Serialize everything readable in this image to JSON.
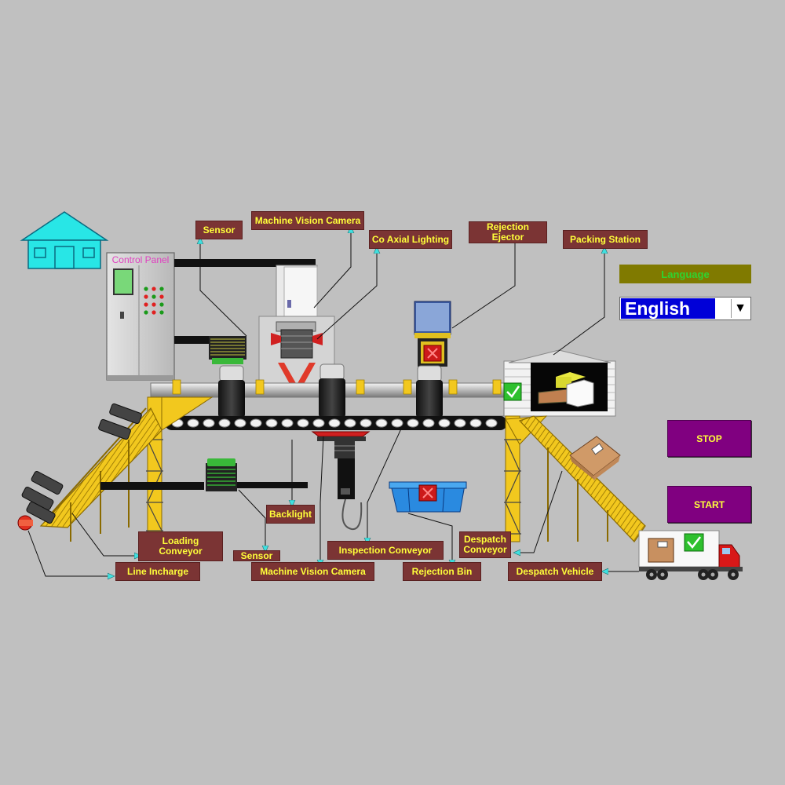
{
  "control_panel": {
    "title": "Control Panel"
  },
  "labels": {
    "sensor_top": "Sensor",
    "camera_top": "Machine Vision Camera",
    "coaxial_lighting": "Co Axial Lighting",
    "rejection_ejector": "Rejection Ejector",
    "packing_station": "Packing Station",
    "backlight": "Backlight",
    "loading_conveyor": "Loading Conveyor",
    "sensor_bottom": "Sensor",
    "inspection_conveyor": "Inspection Conveyor",
    "despatch_conveyor": "Despatch Conveyor",
    "line_incharge": "Line Incharge",
    "camera_bottom": "Machine Vision Camera",
    "rejection_bin": "Rejection Bin",
    "despatch_vehicle": "Despatch Vehicle"
  },
  "language": {
    "label": "Language",
    "selected": "English",
    "arrow": "▼"
  },
  "buttons": {
    "stop": "STOP",
    "start": "START"
  },
  "colors": {
    "background": "#c0c0c0",
    "label_bg": "#7b3434",
    "label_text": "#ffff3a",
    "button_bg": "#800080",
    "language_bar": "#807a00",
    "language_text": "#2fd42f",
    "frame_yellow": "#f2c81e",
    "house_cyan": "#28e6e6"
  },
  "icons": [
    "home-icon",
    "checkmark-icon",
    "reject-x-icon",
    "dropdown-arrow-icon"
  ]
}
